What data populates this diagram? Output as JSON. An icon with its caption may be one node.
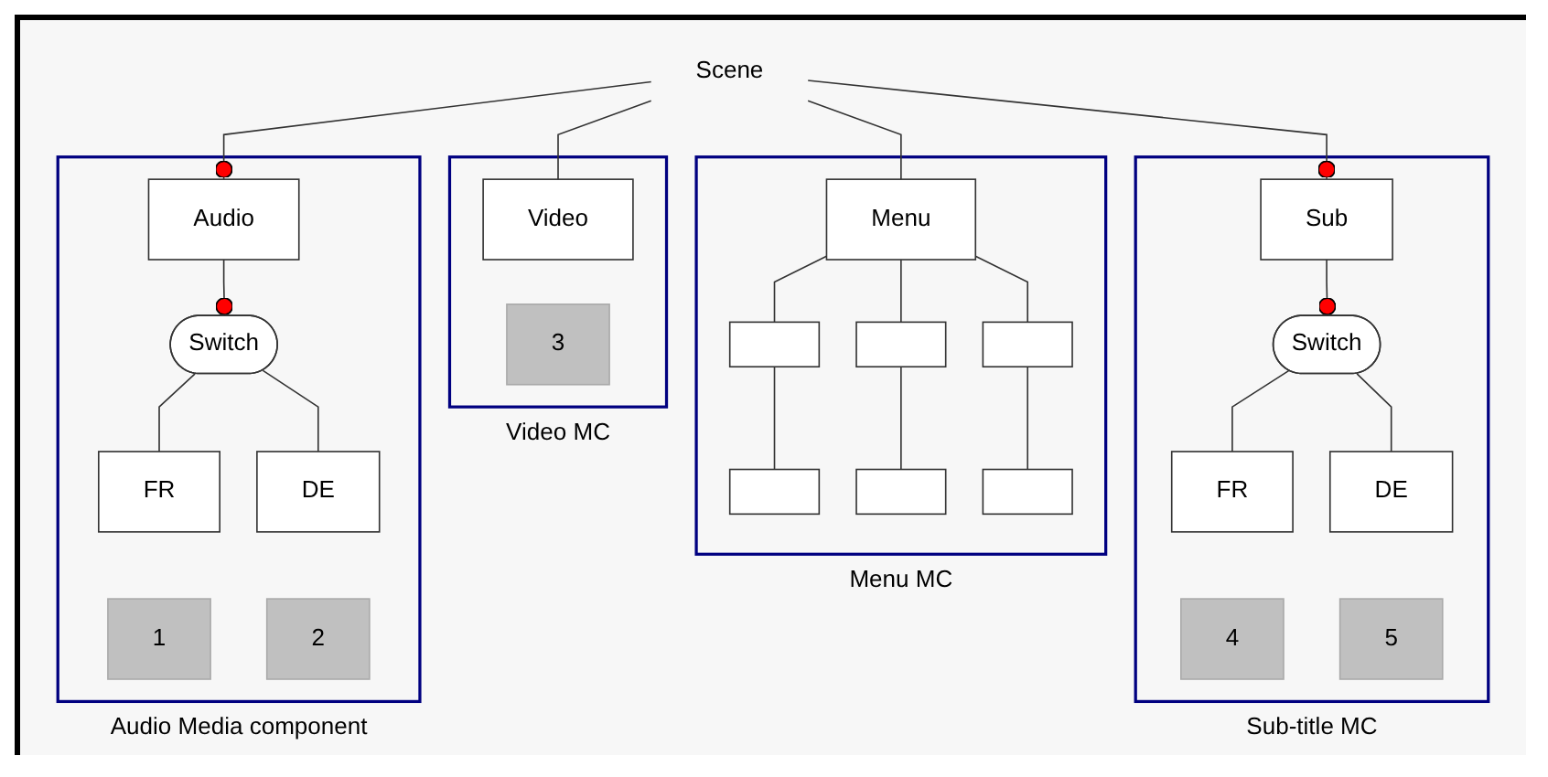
{
  "diagram": {
    "nodes": [
      {
        "text": [
          "Scene"
        ]
      },
      {
        "text": [
          "Audio Media component"
        ]
      },
      {
        "text": [
          "Audio"
        ],
        "in": 1
      },
      {
        "text": [
          "Switch"
        ],
        "in": 1
      },
      {
        "text": [
          "FR"
        ],
        "in": 1
      },
      {
        "text": [
          "DE"
        ],
        "in": 1
      },
      {
        "text": [
          "1"
        ],
        "in": 1
      },
      {
        "text": [
          "2"
        ],
        "in": 1
      },
      {
        "text": [
          "Video MC"
        ]
      },
      {
        "text": [
          "Video"
        ],
        "in": 8
      },
      {
        "text": [
          "3"
        ],
        "in": 8
      },
      {
        "text": [
          "Sub-title MC"
        ]
      },
      {
        "text": [
          "Sub"
        ],
        "in": 11
      },
      {
        "text": [
          "Switch"
        ],
        "in": 11
      },
      {
        "text": [
          "FR"
        ],
        "in": 11
      },
      {
        "text": [
          "DE"
        ],
        "in": 11
      },
      {
        "text": [
          "4"
        ],
        "in": 11
      },
      {
        "text": [
          "5"
        ],
        "in": 11
      },
      {
        "text": [
          "Menu MC"
        ]
      },
      {
        "text": [
          "Menu"
        ],
        "in": 18
      },
      {
        "text": [],
        "shape": "box",
        "in": 18
      },
      {
        "text": [],
        "shape": "box",
        "in": 18
      },
      {
        "text": [],
        "shape": "box",
        "in": 18
      },
      {
        "text": [],
        "shape": "box",
        "in": 18
      },
      {
        "text": [],
        "shape": "box",
        "in": 18
      },
      {
        "text": [],
        "shape": "box",
        "in": 18
      }
    ],
    "edges": [
      {
        "from": 0,
        "to": 2,
        "arrow": "other"
      },
      {
        "from": 0,
        "to": 9,
        "arrow": "none"
      },
      {
        "from": 0,
        "to": 12,
        "arrow": "other"
      },
      {
        "from": 0,
        "to": 19,
        "arrow": "none"
      },
      {
        "from": 2,
        "to": 3,
        "arrow": "other"
      },
      {
        "from": 3,
        "to": 4,
        "arrow": "none"
      },
      {
        "from": 3,
        "to": 5,
        "arrow": "none"
      },
      {
        "from": 12,
        "to": 13,
        "arrow": "other"
      },
      {
        "from": 13,
        "to": 14,
        "arrow": "none"
      },
      {
        "from": 13,
        "to": 15,
        "arrow": "none"
      },
      {
        "from": 19,
        "to": 20,
        "arrow": "none"
      },
      {
        "from": 19,
        "to": 21,
        "arrow": "none"
      },
      {
        "from": 19,
        "to": 22,
        "arrow": "none"
      },
      {
        "from": 20,
        "to": 23,
        "arrow": "none"
      },
      {
        "from": 21,
        "to": 24,
        "arrow": "none"
      },
      {
        "from": 22,
        "to": 25,
        "arrow": "none"
      }
    ]
  }
}
